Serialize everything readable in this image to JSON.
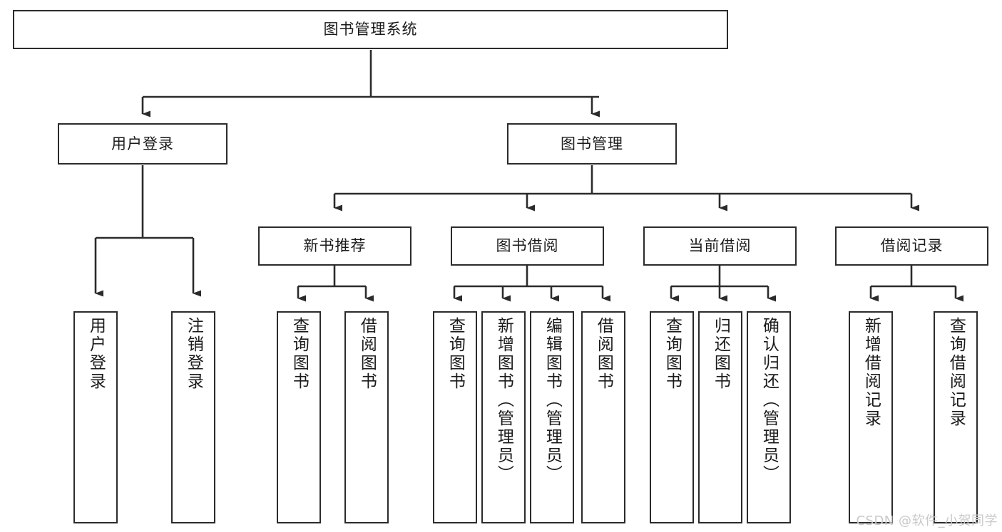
{
  "diagram": {
    "title": "图书管理系统",
    "type": "tree",
    "watermark": "CSDN @软件_小贺同学",
    "colors": {
      "stroke": "#2b2b2b",
      "background": "#ffffff",
      "text": "#1a1a1a",
      "watermark": "#c9c9c9"
    },
    "levels": {
      "root": {
        "label": "图书管理系统"
      },
      "level1": [
        {
          "label": "用户登录"
        },
        {
          "label": "图书管理"
        }
      ],
      "level2": [
        {
          "label": "新书推荐"
        },
        {
          "label": "图书借阅"
        },
        {
          "label": "当前借阅"
        },
        {
          "label": "借阅记录"
        }
      ],
      "leaves": [
        {
          "label": "用户登录"
        },
        {
          "label": "注销登录"
        },
        {
          "label": "查询图书"
        },
        {
          "label": "借阅图书"
        },
        {
          "label": "查询图书"
        },
        {
          "label": "新增图书（管理员）"
        },
        {
          "label": "编辑图书（管理员）"
        },
        {
          "label": "借阅图书"
        },
        {
          "label": "查询图书"
        },
        {
          "label": "归还图书"
        },
        {
          "label": "确认归还（管理员）"
        },
        {
          "label": "新增借阅记录"
        },
        {
          "label": "查询借阅记录"
        }
      ]
    }
  }
}
